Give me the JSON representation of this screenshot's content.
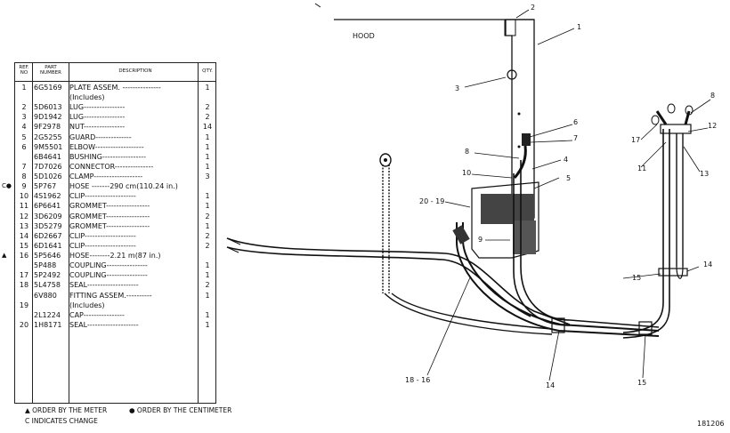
{
  "table": {
    "headers": {
      "ref": "REF. NO",
      "part": "PART NUMBER",
      "description": "DESCRIPTION",
      "qty": "QTY."
    },
    "rows": [
      {
        "ref": "1",
        "part": "6G5169",
        "desc": "PLATE ASSEM. ---------------",
        "qty": "1",
        "mark": ""
      },
      {
        "ref": "",
        "part": "",
        "desc": "     (Includes)",
        "qty": "",
        "mark": ""
      },
      {
        "ref": "2",
        "part": "5D6013",
        "desc": "     LUG----------------",
        "qty": "2",
        "mark": ""
      },
      {
        "ref": "3",
        "part": "9D1942",
        "desc": "     LUG----------------",
        "qty": "2",
        "mark": ""
      },
      {
        "ref": "4",
        "part": "9F2978",
        "desc": "     NUT----------------",
        "qty": "14",
        "mark": ""
      },
      {
        "ref": "5",
        "part": "2G5255",
        "desc": "     GUARD--------------",
        "qty": "1",
        "mark": ""
      },
      {
        "ref": "6",
        "part": "9M5501",
        "desc": "ELBOW-------------------",
        "qty": "1",
        "mark": ""
      },
      {
        "ref": "",
        "part": "6B4641",
        "desc": "BUSHING-----------------",
        "qty": "1",
        "mark": ""
      },
      {
        "ref": "7",
        "part": "7D7026",
        "desc": "CONNECTOR---------------",
        "qty": "1",
        "mark": ""
      },
      {
        "ref": "8",
        "part": "5D1026",
        "desc": "CLAMP-------------------",
        "qty": "3",
        "mark": ""
      },
      {
        "ref": "9",
        "part": "5P767",
        "desc": "HOSE -------290 cm(110.24 in.)",
        "qty": "",
        "mark": "C●"
      },
      {
        "ref": "10",
        "part": "4S1962",
        "desc": "CLIP--------------------",
        "qty": "1",
        "mark": ""
      },
      {
        "ref": "11",
        "part": "6P6641",
        "desc": "GROMMET-----------------",
        "qty": "1",
        "mark": ""
      },
      {
        "ref": "12",
        "part": "3D6209",
        "desc": "GROMMET-----------------",
        "qty": "2",
        "mark": ""
      },
      {
        "ref": "13",
        "part": "3D5279",
        "desc": "GROMMET-----------------",
        "qty": "1",
        "mark": ""
      },
      {
        "ref": "14",
        "part": "6D2667",
        "desc": "CLIP--------------------",
        "qty": "2",
        "mark": ""
      },
      {
        "ref": "15",
        "part": "6D1641",
        "desc": "CLIP--------------------",
        "qty": "2",
        "mark": ""
      },
      {
        "ref": "16",
        "part": "5P5646",
        "desc": "HOSE--------2.21 m(87 in.)",
        "qty": "",
        "mark": "▲"
      },
      {
        "ref": "",
        "part": "5P488",
        "desc": "COUPLING----------------",
        "qty": "1",
        "mark": ""
      },
      {
        "ref": "17",
        "part": "5P2492",
        "desc": "COUPLING----------------",
        "qty": "1",
        "mark": ""
      },
      {
        "ref": "18",
        "part": "5L4758",
        "desc": "SEAL--------------------",
        "qty": "2",
        "mark": ""
      },
      {
        "ref": "",
        "part": "6V880",
        "desc": "FITTING ASSEM.----------",
        "qty": "1",
        "mark": ""
      },
      {
        "ref": "19",
        "part": "",
        "desc": "     (Includes)",
        "qty": "",
        "mark": ""
      },
      {
        "ref": "",
        "part": "2L1224",
        "desc": "     CAP----------------",
        "qty": "1",
        "mark": ""
      },
      {
        "ref": "20",
        "part": "1H8171",
        "desc": "SEAL--------------------",
        "qty": "1",
        "mark": ""
      }
    ]
  },
  "legend": {
    "meter": "▲ ORDER BY THE METER",
    "centimeter": "● ORDER BY THE CENTIMETER",
    "change": "C INDICATES CHANGE"
  },
  "diagram": {
    "hood_label": "HOOD",
    "figure_number": "181206",
    "callouts": [
      "1",
      "2",
      "3",
      "4",
      "5",
      "6",
      "7",
      "8",
      "9",
      "10",
      "20 - 19",
      "18 - 16",
      "14",
      "15",
      "14",
      "15",
      "8",
      "12",
      "17",
      "11",
      "13"
    ]
  }
}
